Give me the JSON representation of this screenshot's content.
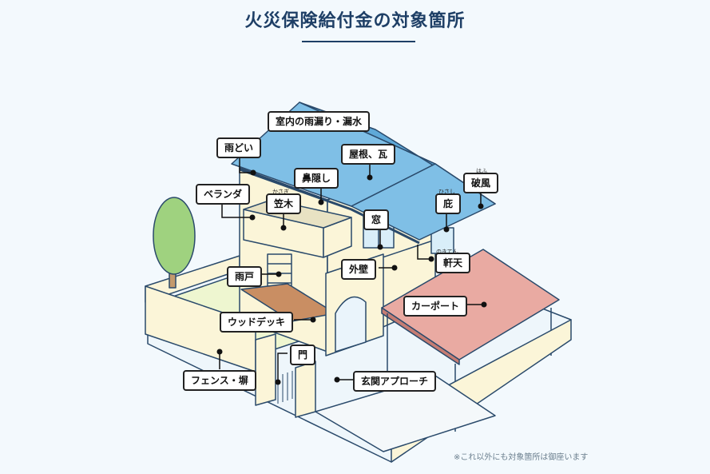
{
  "title": "火災保険給付金の対象箇所",
  "labels": {
    "interior_leak": "室内の雨漏り・漏水",
    "gutter": "雨どい",
    "roof_tile": "屋根、瓦",
    "hanakakushi": "鼻隠し",
    "gable": "破風",
    "gable_ruby": "はふ",
    "veranda": "ベランダ",
    "kasagi": "笠木",
    "kasagi_ruby": "かさぎ",
    "eave": "庇",
    "eave_ruby": "ひさし",
    "window": "窓",
    "soffit": "軒天",
    "soffit_ruby": "のきてん",
    "exterior_wall": "外壁",
    "shutter": "雨戸",
    "carport": "カーポート",
    "wood_deck": "ウッドデッキ",
    "gate": "門",
    "fence": "フェンス・塀",
    "approach": "玄関アプローチ"
  },
  "note": "※これ以外にも対象箇所は御座います",
  "colors": {
    "roof": "#7fbfe6",
    "wall": "#fbf5d8",
    "carport": "#e9aaa2",
    "outline": "#2a4a6b",
    "title": "#1e3f66",
    "tree": "#9fd27f"
  }
}
